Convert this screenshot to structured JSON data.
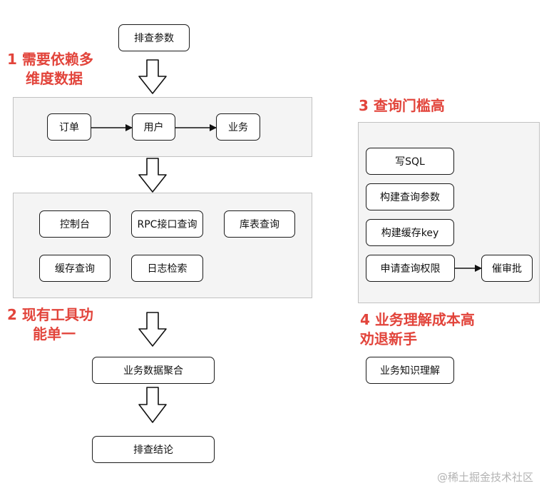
{
  "flow": {
    "start": "排查参数",
    "order": "订单",
    "user": "用户",
    "business": "业务",
    "tools": {
      "console": "控制台",
      "rpc_query": "RPC接口查询",
      "db_query": "库表查询",
      "cache_query": "缓存查询",
      "log_search": "日志检索"
    },
    "aggregate": "业务数据聚合",
    "conclusion": "排查结论"
  },
  "notes": {
    "n1_line1": "1 需要依赖多",
    "n1_line2": "维度数据",
    "n2_line1": "2 现有工具功",
    "n2_line2": "能单一",
    "n3": "3 查询门槛高",
    "n4_line1": "4 业务理解成本高",
    "n4_line2": "劝退新手"
  },
  "query_steps": {
    "write_sql": "写SQL",
    "build_params": "构建查询参数",
    "build_cache_key": "构建缓存key",
    "apply_permission": "申请查询权限",
    "urge_approval": "催审批"
  },
  "knowledge": "业务知识理解",
  "watermark": "@稀土掘金技术社区",
  "colors": {
    "note_red": "#e2443b",
    "panel_bg": "#f4f4f4",
    "border": "#1a1a1a"
  }
}
